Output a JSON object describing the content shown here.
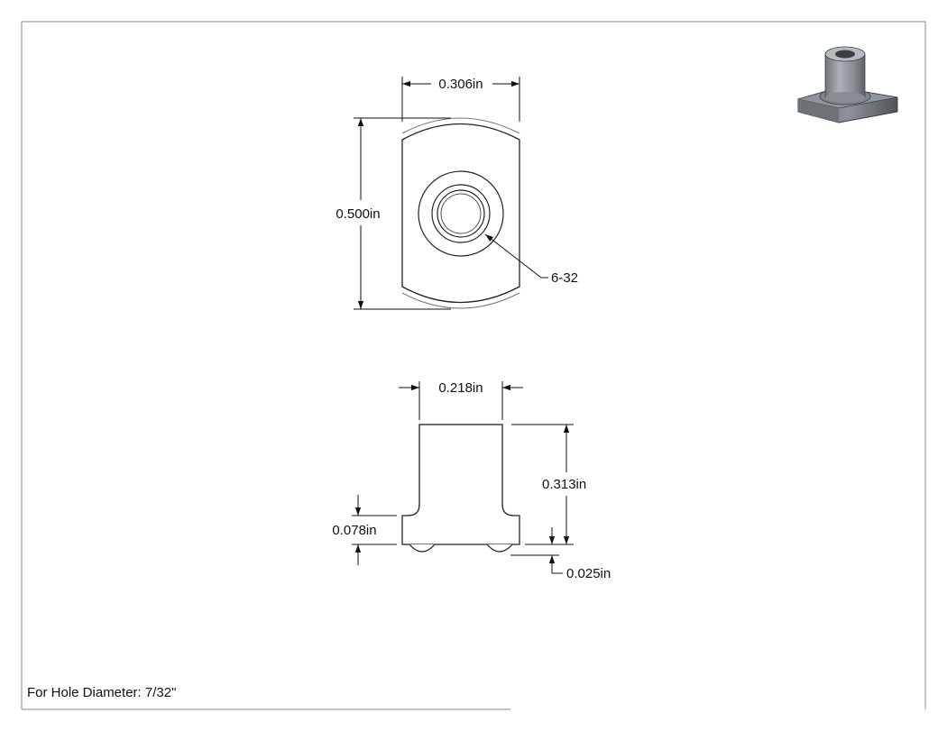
{
  "drawing": {
    "top_view": {
      "width_label": "0.306in",
      "height_label": "0.500in",
      "thread_label": "6-32"
    },
    "side_view": {
      "boss_width_label": "0.218in",
      "overall_height_label": "0.313in",
      "flange_height_label": "0.078in",
      "foot_height_label": "0.025in"
    },
    "note": "For Hole Diameter: 7/32\""
  }
}
